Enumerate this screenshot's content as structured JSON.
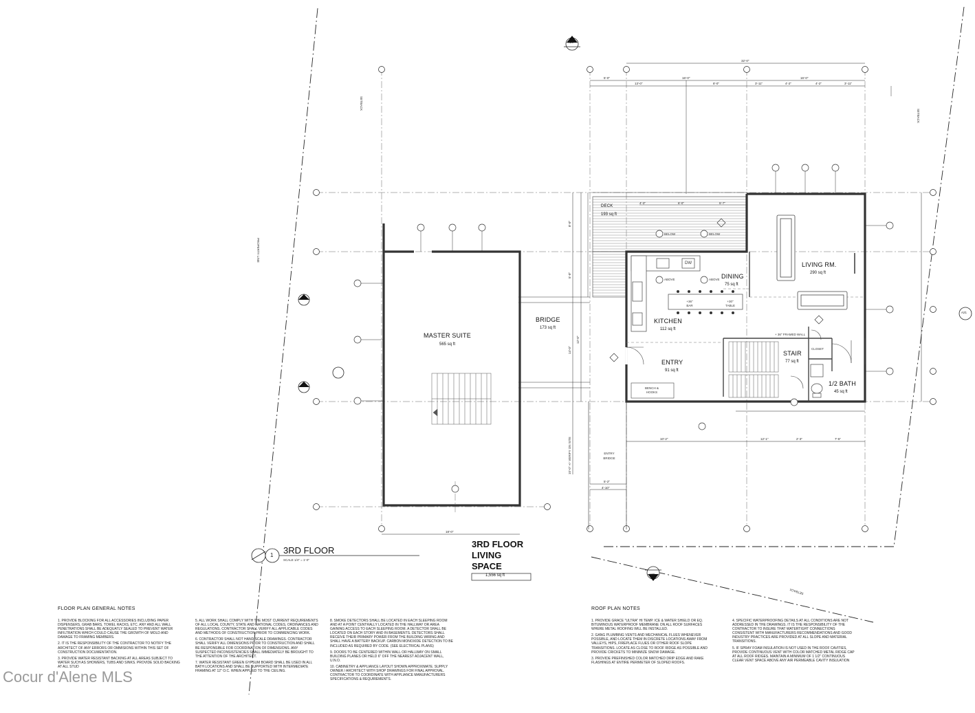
{
  "plan": {
    "floor_title": "3RD FLOOR",
    "floor_number": "1",
    "scale": "SCALE 1/4\" = 1'-0\"",
    "living_space_title": [
      "3RD FLOOR",
      "LIVING",
      "SPACE"
    ],
    "living_space_area": "1,556 sq ft",
    "rooms": {
      "deck": {
        "name": "DECK",
        "area": "193 sq ft"
      },
      "living": {
        "name": "LIVING RM.",
        "area": "290 sq ft"
      },
      "dining": {
        "name": "DINING",
        "area": "75 sq ft"
      },
      "kitchen": {
        "name": "KITCHEN",
        "area": "112 sq ft"
      },
      "entry": {
        "name": "ENTRY",
        "area": "91 sq ft"
      },
      "stair": {
        "name": "STAIR",
        "area": "77 sq ft"
      },
      "half_bath": {
        "name": "1/2 BATH",
        "area": "45 sq ft"
      },
      "master": {
        "name": "MASTER SUITE",
        "area": "565 sq ft"
      },
      "bridge": {
        "name": "BRIDGE",
        "area": "173 sq ft"
      }
    },
    "labels": {
      "setback": "SETBACK",
      "property_line": "PROPERTY LINE",
      "entry_bridge": "ENTRY BRIDGE",
      "closet": "CLOSET",
      "bench": "BENCH & HOOKS",
      "framed_wall": "+ 36\" FRAMED WALL",
      "bar": "+36\" BAR",
      "table": "+30\" TABLE",
      "dw": "DW",
      "below": "BELOW",
      "above": "ABOVE",
      "verify": "10'-0\" +/- VERIFY ON SITE"
    },
    "dims": {
      "overall": "32'-0\"",
      "top": [
        "5'-0\"",
        "13'-0\"",
        "16'-0\"",
        "8'-0\"",
        "3'-11\"",
        "4'-2\"",
        "16'-0\"",
        "4'-2\"",
        "3'-11\""
      ],
      "bottom": [
        "10'-2\"",
        "12'-1\"",
        "2'-3\"",
        "7'-5\""
      ],
      "master_width": "18'-0\"",
      "deck": [
        "4'-3\"",
        "6'-0\"",
        "5'-7\""
      ],
      "left": [
        "8'-0\"",
        "5'-0\"",
        "14'-0\"",
        "12'-0\""
      ],
      "bridge_small": [
        "5'-2\"",
        "4'-10\""
      ]
    },
    "section_tags": [
      "A20",
      "A21",
      "A20"
    ],
    "grid_tag": "A20"
  },
  "notes": {
    "floor_title": "FLOOR PLAN GENERAL   NOTES",
    "floor_cols": [
      [
        "1.  PROVIDE BLOCKING FOR ALL ACCESSORIES INCLUDING PAPER DISPENSERS, GRAB BARS, TOWEL RACKS, ETC.  ANY AND ALL WALL PENETRATIONS SHALL BE ADEQUATLY SEALED TO PREVENT WATER INFILTRATION WHICH COULD CAUSE THE GROWTH OF MOLD AND DAMAGE TO FRAMING MEMBERS.",
        "2.  IT IS THE RESPONSIBILITY OF THE CONTRACTOR TO NOTIFY THE ARCHITECT OF ANY ERRORS OR OMMISIONS WITHIN THIS SET OF CONSTRUCTION DOCUMENTATION.",
        "3.  PROVIDE WATER RESISTANT BACKING AT ALL AREAS SUBJECT TO WATER SUCH AS SHOWERS, TUBS AND SINKS. PROVIDE SOLID BACKING AT ALL STUD"
      ],
      [
        "5.  ALL WORK SHALL COMPLY WITH THE MOST CURRENT REQUIREMENTS OF ALL LOCAL COUNTY, STATE AND NATIONAL CODES, ORDINANCES AND REGULATIONS. CONTRACTOR SHALL VERIFY ALL APPLICABLE CODES AND METHODS OF CONSTRUCTION PRIOR TO COMMENCING WORK.",
        "6.  CONTRACTOR SHALL NOT HAND SCALE DRAWINGS. CONTRACTOR SHALL VERIFY ALL DIMENSIONS PRIOR TO CONSTRUCTION AND SHALL BE RESPONSIBLE FOR COORDINATION OF DIMENSIONS.  ANY SUSPECTED INCONSISTENCIES SHALL IMMEDIATELY BE BROUGHT TO THE ATTENTION OF THE ARCHITECT.",
        "7.  WATER RESISTANT GREEN GYPSUM BOARD SHALL BE USED IN ALL BATH LOCATIONS AND SHALL BE SUPPORTED WITH INTERMEDIATE FRAMING AT 12\" O.C. WHEN APPLIED TO THE CEILING."
      ],
      [
        "8.  SMOKE DETECTORS SHALL BE LOCATED IN EACH SLEEPING ROOM AND AT A POINT CENTRALLY LOCATED IN THE HALLWAY OR AREA GAINING ACCESS TO EACH SLEEPING ROOM.  A DETECTOR SHALL BE LOCATED ON EACH STORY AND IN BASEMENTS.  DETECTORS SHALL RECEIVE THEIR PRIMARY POWER FROM THE BUILDING WIRING AND SHALL HAVE A BATTERY BACKUP.  CARBON MONOXIDE DETECTION TO BE INCLUDED AS REQUIRED BY CODE. (SEE ELECTRICAL PLANS)",
        "9.  DOORS TO BE CENTERED WITHIN WALL OR HALLWAY ON SMALL BUILDING PLANES OR HELD 6\" OFF THE NEAREST ADJACENT WALL, U.N.O.",
        "10.  CABINETRY & APPLIANCE LAYOUT SHOWN APPROXIMATE. SUPPLY OWNER / ARCHITECT WITH SHOP DRAWINGS FOR FINAL APPROVAL.  CONTRACTOR TO COORDINATE WITH APPLIANCE MANUFACTURERS SPECIFICATIONS & REQUIREMENTS."
      ]
    ],
    "roof_title": "ROOF PLAN NOTES",
    "roof_cols": [
      [
        "1.  PROVIDE GRACE \"ULTRA\" HI TEMP. ICE & WATER SHIELD OR EQ. BITUMINOUS WATERPROOF MEMBRANE ON ALL ROOF SURFACES WHERE METAL ROOFING WILL BE INSTALLED.",
        "2.  GANG PLUMBING VENTS AND MECHANICAL FLUES WHENEVER POSSIBLE, AND LOCATE THEM IN DISCRETE LOCATIONS AWAY FROM VALLEYS, HIPS, FIREPLACE FLUES OR OTHER ROOF SLOPE TRANSITIONS. LOCATE AS CLOSE TO ROOF RIDGE AS POSSIBLE AND PROVIDE CRICKETS TO MINIMIZE SNOW DAMAGE.",
        "3.  PROVIDE PREFINISHED COLOR MATCHED DRIP EDGE  AND RAKE FLASHINGS AT ENTIRE PERIMETER OF SLOPED ROOFS."
      ],
      [
        "4.  SPECIFIC WATERPROOFING DETAILS AT ALL CONDITIONS ARE NOT ADDRESSED IN THE DRAWINGS. IT IS THE RESPONSIBILITY OF THE CONTRACTOR TO INSURE THAT WATERTIGHT CONNECTIONS CONSISTENT WITH MANUFACTURERS RECOMMENDATIONS AND GOOD INDUSTRY PRACTICES ARE PROVIDED  AT ALL SLOPE AND MATERIAL TRANSITIONS.",
        "5.  IF SPRAY FOAM INSULATION IS NOT USED IN THE ROOF CAVITIES, PROVIDE CONTINUOUS VENT WITH COLOR MATCHED METAL RIDGE CAP AT ALL ROOF RIDGES. MAINTAIN A MINIMUM OF 1 1/2\" CONTINUOUS CLEAR VENT SPACE ABOVE ANY AIR PERMEABLE CAVITY INSULATION"
      ]
    ]
  },
  "watermark": "Cocur d'Alene MLS"
}
